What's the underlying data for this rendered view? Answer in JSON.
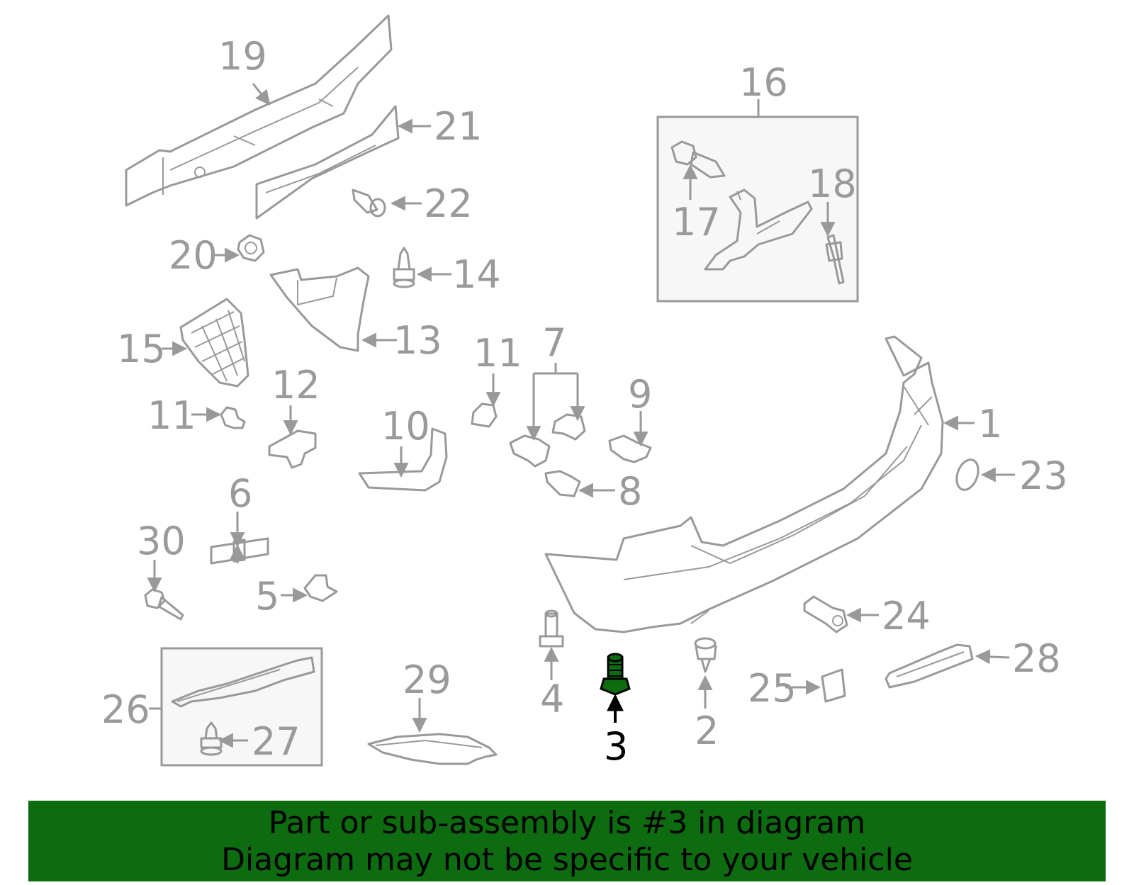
{
  "diagram": {
    "highlighted_part": "3",
    "callouts": [
      "1",
      "2",
      "3",
      "4",
      "5",
      "6",
      "7",
      "8",
      "9",
      "10",
      "11",
      "12",
      "13",
      "14",
      "15",
      "16",
      "17",
      "18",
      "19",
      "20",
      "21",
      "22",
      "23",
      "24",
      "25",
      "26",
      "27",
      "28",
      "29",
      "30"
    ],
    "colors": {
      "part_line": "#999999",
      "highlight": "#0d6b10",
      "banner_bg": "#0d6b10",
      "text_highlight": "#000000"
    }
  },
  "banner": {
    "line1": "Part or sub-assembly is #3 in diagram",
    "line2": "Diagram may not be specific to your vehicle"
  }
}
